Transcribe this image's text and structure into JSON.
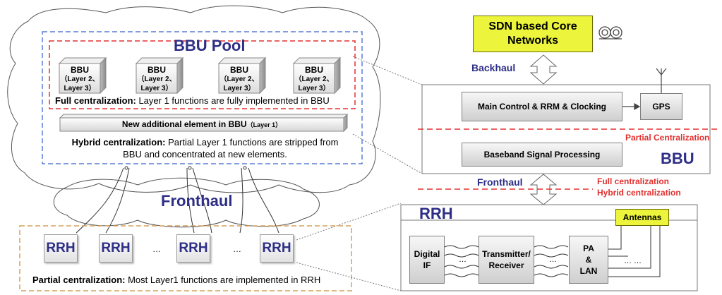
{
  "bbu_pool": {
    "title": "BBU Pool",
    "units": [
      {
        "label": "BBU",
        "sub1": "（Layer 2、",
        "sub2": "Layer 3）"
      },
      {
        "label": "BBU",
        "sub1": "（Layer 2、",
        "sub2": "Layer 3）"
      },
      {
        "label": "BBU",
        "sub1": "（Layer 2、",
        "sub2": "Layer 3）"
      },
      {
        "label": "BBU",
        "sub1": "（Layer 2、",
        "sub2": "Layer 3）"
      }
    ],
    "full_centralization": {
      "lead": "Full centralization:",
      "text": " Layer 1 functions are fully implemented in BBU"
    },
    "new_element": {
      "text": "New additional element in BBU",
      "sub": "（Layer 1）"
    },
    "hybrid_centralization": {
      "lead": "Hybrid centralization:",
      "text1": " Partial Layer 1 functions are stripped from",
      "text2": "BBU and concentrated at new elements."
    }
  },
  "fronthaul_cloud": {
    "title": "Fronthaul"
  },
  "rrh_row": {
    "items": [
      "RRH",
      "RRH",
      "RRH",
      "RRH"
    ],
    "ellipses": [
      "…",
      "…"
    ],
    "partial_centralization": {
      "lead": "Partial centralization:",
      "text": " Most Layer1 functions are implemented in RRH"
    }
  },
  "core": {
    "line1": "SDN based Core",
    "line2": "Networks"
  },
  "links": {
    "backhaul": "Backhaul",
    "fronthaul": "Fronthaul"
  },
  "bbu_detail": {
    "title": "BBU",
    "main_control": "Main Control & RRM & Clocking",
    "gps": "GPS",
    "baseband": "Baseband Signal Processing",
    "partial_line_label": "Partial Centralization"
  },
  "split_labels": {
    "full": "Full centralization",
    "hybrid": "Hybrid centralization"
  },
  "rrh_detail": {
    "title": "RRH",
    "digital_if_1": "Digital",
    "digital_if_2": "IF",
    "trx_1": "Transmitter/",
    "trx_2": "Receiver",
    "pa_1": "PA",
    "pa_2": "&",
    "pa_3": "LAN",
    "antennas": "Antennas",
    "dots": [
      "…",
      "…",
      "… …"
    ]
  },
  "colors": {
    "red_dashed": "#e53030",
    "blue_dashed": "#5a7ed6",
    "orange_dashed": "#d6a05a",
    "yellow": "#ecf53b",
    "navy_text": "#2e2e86"
  }
}
